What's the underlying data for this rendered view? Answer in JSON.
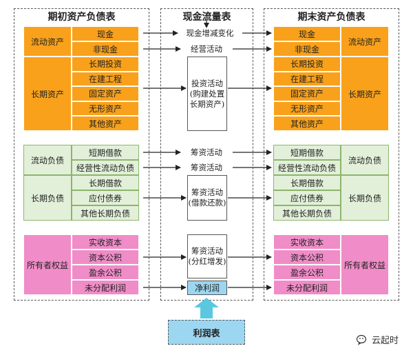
{
  "panels": {
    "opening_title": "期初资产负债表",
    "cashflow_title": "现金流量表",
    "closing_title": "期末资产负债表"
  },
  "assets": {
    "current_label": "流动资产",
    "longterm_label": "长期资产",
    "items": [
      "现金",
      "非现金",
      "长期投资",
      "在建工程",
      "固定资产",
      "无形资产",
      "其他资产"
    ]
  },
  "liabilities": {
    "current_label": "流动负债",
    "longterm_label": "长期负债",
    "items": [
      "短期借款",
      "经营性流动负债",
      "长期借款",
      "应付债券",
      "其他长期负债"
    ]
  },
  "equity": {
    "label": "所有者权益",
    "items": [
      "实收资本",
      "资本公积",
      "盈余公积",
      "未分配利润"
    ]
  },
  "flows": {
    "cash_change": "现金增减变化",
    "operating": "经营活动",
    "investing": [
      "投资活动",
      "(购建处置",
      "长期资产)"
    ],
    "financing_1": "筹资活动",
    "financing_2": "筹资活动",
    "financing_debt": [
      "筹资活动",
      "(借款还款)"
    ],
    "financing_dividend": [
      "筹资活动",
      "(分红增发)"
    ],
    "net_profit": "净利润"
  },
  "income_statement": "利润表",
  "watermark": "云起时",
  "colors": {
    "asset": "#F9A11B",
    "liability": "#E2F0D9",
    "equity": "#F08CC8",
    "income": "#9DD6F0"
  }
}
